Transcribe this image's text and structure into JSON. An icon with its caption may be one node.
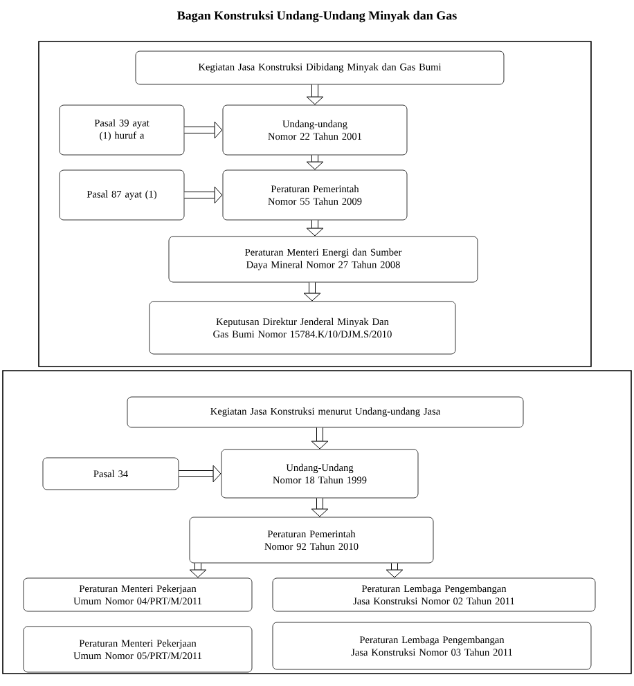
{
  "diagram": {
    "title": "Bagan Konstruksi Undang-Undang Minyak dan Gas",
    "nodes": [
      {
        "text": [],
        "shape": "box"
      },
      {
        "text": [
          "Kegiatan Jasa Konstruksi Dibidang Minyak dan Gas Bumi"
        ],
        "in": 0
      },
      {
        "text": [
          "Pasal 39 ayat (1) huruf a"
        ],
        "in": 0
      },
      {
        "text": [
          "Undang-undang Nomor 22 Tahun 2001"
        ],
        "in": 0
      },
      {
        "text": [
          "Pasal 87 ayat (1)"
        ],
        "in": 0
      },
      {
        "text": [
          "Peraturan Pemerintah Nomor 55 Tahun 2009"
        ],
        "in": 0
      },
      {
        "text": [
          "Peraturan Menteri Energi dan Sumber Daya Mineral Nomor 27 Tahun 2008"
        ],
        "in": 0
      },
      {
        "text": [
          "Keputusan Direktur Jenderal Minyak Dan Gas Bumi Nomor 15784.K/10/DJM.S/2010"
        ],
        "in": 0
      },
      {
        "text": [],
        "shape": "box"
      },
      {
        "text": [
          "Kegiatan Jasa Konstruksi menurut Undang-undang Jasa"
        ],
        "in": 8
      },
      {
        "text": [
          "Pasal 34"
        ],
        "in": 8
      },
      {
        "text": [
          "Undang-Undang Nomor 18 Tahun 1999"
        ],
        "in": 8
      },
      {
        "text": [
          "Peraturan Pemerintah Nomor 92 Tahun 2010"
        ],
        "in": 8
      },
      {
        "text": [
          "Peraturan Menteri Pekerjaan Umum Nomor 04/PRT/M/2011"
        ],
        "in": 8
      },
      {
        "text": [
          "Peraturan Lembaga Pengembangan Jasa Konstruksi Nomor 02 Tahun 2011"
        ],
        "in": 8
      },
      {
        "text": [
          "Peraturan Menteri Pekerjaan Umum Nomor 05/PRT/M/2011"
        ],
        "in": 8
      },
      {
        "text": [
          "Peraturan Lembaga Pengembangan Jasa Konstruksi Nomor 03 Tahun 2011"
        ],
        "in": 8
      }
    ],
    "edges": [
      {
        "from": 1,
        "to": 3,
        "arrow": "to"
      },
      {
        "from": 2,
        "to": 3,
        "arrow": "to"
      },
      {
        "from": 3,
        "to": 5,
        "arrow": "to"
      },
      {
        "from": 4,
        "to": 5,
        "arrow": "to"
      },
      {
        "from": 5,
        "to": 6,
        "arrow": "to"
      },
      {
        "from": 6,
        "to": 7,
        "arrow": "to"
      },
      {
        "from": 9,
        "to": 11,
        "arrow": "to"
      },
      {
        "from": 10,
        "to": 11,
        "arrow": "to"
      },
      {
        "from": 11,
        "to": 12,
        "arrow": "to"
      },
      {
        "from": 12,
        "to": 13,
        "arrow": "to"
      },
      {
        "from": 12,
        "to": 14,
        "arrow": "to"
      }
    ]
  }
}
